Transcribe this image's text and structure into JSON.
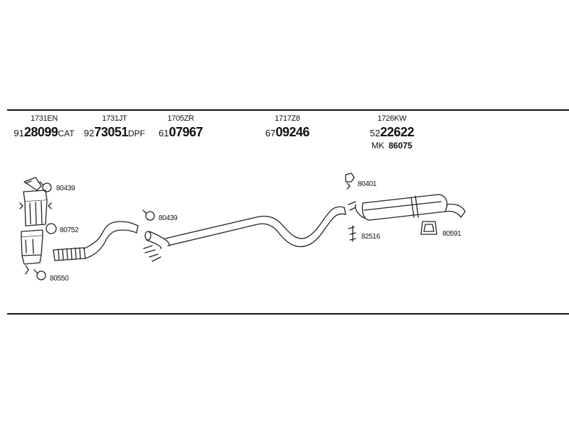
{
  "parts": [
    {
      "ref": "1731EN",
      "prefix": "91",
      "number": "28099",
      "suffix": "CAT"
    },
    {
      "ref": "1731JT",
      "prefix": "92",
      "number": "73051",
      "suffix": "DPF"
    },
    {
      "ref": "1705ZR",
      "prefix": "61",
      "number": "07967",
      "suffix": ""
    },
    {
      "ref": "1717Z8",
      "prefix": "67",
      "number": "09246",
      "suffix": ""
    },
    {
      "ref": "1726KW",
      "prefix": "52",
      "number": "22622",
      "suffix": "",
      "mk_label": "MK",
      "mk_number": "86075"
    }
  ],
  "codes": [
    "80439",
    "80752",
    "80550",
    "80439",
    "80401",
    "82516",
    "80591"
  ]
}
